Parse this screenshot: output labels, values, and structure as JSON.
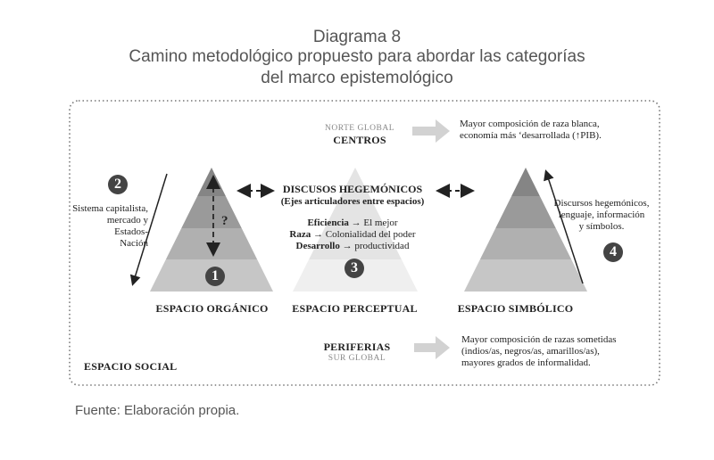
{
  "header": {
    "label": "Diagrama 8",
    "title_line1": "Camino metodológico propuesto para abordar las categorías",
    "title_line2": "del marco epistemológico"
  },
  "north": {
    "sub": "NORTE GLOBAL",
    "label": "CENTROS",
    "desc_line1": "Mayor composición de raza blanca,",
    "desc_line2": "economía más ‘desarrollada (↑PIB)."
  },
  "south": {
    "label": "PERIFERIAS",
    "sub": "SUR GLOBAL",
    "desc_line1": "Mayor composición de razas sometidas",
    "desc_line2": "(indios/as, negros/as, amarillos/as),",
    "desc_line3": "mayores grados de informalidad."
  },
  "center": {
    "title": "DISCUSOS HEGEMÓNICOS",
    "subtitle": "(Ejes articuladores entre espacios)",
    "items": [
      {
        "term": "Eficiencia",
        "value": "→ El mejor"
      },
      {
        "term": "Raza",
        "value": "→ Colonialidad del poder"
      },
      {
        "term": "Desarrollo",
        "value": "→ productividad"
      }
    ]
  },
  "left_note": {
    "line1": "Sistema capitalista,",
    "line2": "mercado y Estados-",
    "line3": "Nación"
  },
  "right_note": {
    "line1": "Discursos hegemónicos,",
    "line2": "lenguaje, información",
    "line3": "y símbolos."
  },
  "question": "?",
  "numbers": {
    "n1": "1",
    "n2": "2",
    "n3": "3",
    "n4": "4"
  },
  "spaces": {
    "organic": "ESPACIO ORGÁNICO",
    "perceptual": "ESPACIO PERCEPTUAL",
    "symbolic": "ESPACIO SIMBÓLICO",
    "social": "ESPACIO SOCIAL"
  },
  "source": "Fuente: Elaboración propia."
}
